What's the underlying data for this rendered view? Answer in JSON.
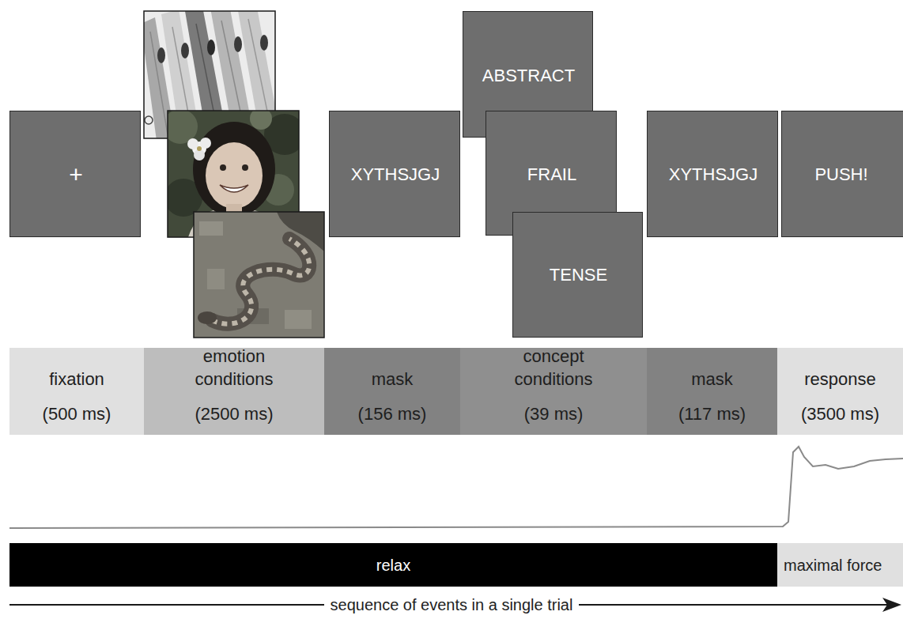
{
  "diagram": {
    "nodes": [
      {
        "text": [
          "+"
        ]
      },
      {
        "text": [
          "XYTHSJGJ"
        ]
      },
      {
        "text": [
          "ABSTRACT"
        ]
      },
      {
        "text": [
          "FRAIL"
        ]
      },
      {
        "text": [
          "TENSE"
        ]
      },
      {
        "text": [
          "XYTHSJGJ"
        ]
      },
      {
        "text": [
          "PUSH!"
        ]
      },
      {
        "text": [
          "fixation",
          "(500 ms)"
        ]
      },
      {
        "text": [
          "emotion conditions",
          "(2500 ms)"
        ]
      },
      {
        "text": [
          "mask",
          "(156 ms)"
        ]
      },
      {
        "text": [
          "concept conditions",
          "(39 ms)"
        ]
      },
      {
        "text": [
          "mask",
          "(117 ms)"
        ]
      },
      {
        "text": [
          "response",
          "(3500 ms)"
        ]
      },
      {
        "text": [
          "relax"
        ]
      },
      {
        "text": [
          "maximal force"
        ]
      }
    ],
    "labels": [
      "sequence of events in a single trial"
    ]
  }
}
